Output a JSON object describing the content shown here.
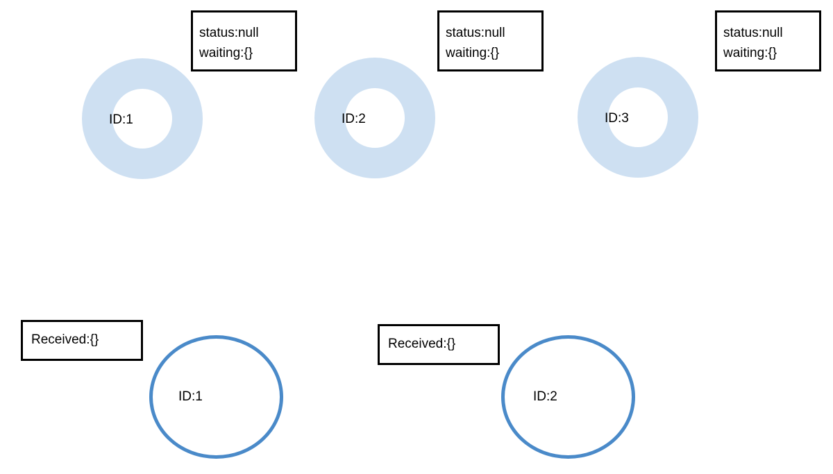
{
  "diagram": {
    "colors": {
      "ring_fill": "#cee0f2",
      "circle_stroke": "#4a8ac9",
      "box_border": "#000000",
      "background": "#ffffff",
      "text": "#000000"
    },
    "top_nodes": [
      {
        "id": "ID:1",
        "status": "status:null",
        "waiting": "waiting:{}"
      },
      {
        "id": "ID:2",
        "status": "status:null",
        "waiting": "waiting:{}"
      },
      {
        "id": "ID:3",
        "status": "status:null",
        "waiting": "waiting:{}"
      }
    ],
    "bottom_nodes": [
      {
        "id": "ID:1",
        "received": "Received:{}"
      },
      {
        "id": "ID:2",
        "received": "Received:{}"
      }
    ]
  }
}
